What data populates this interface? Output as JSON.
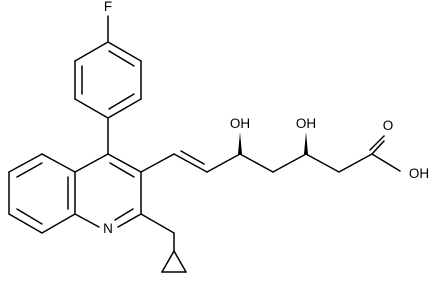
{
  "labels": {
    "fluorine": "F",
    "hydroxyl_5": "OH",
    "hydroxyl_3": "OH",
    "acid_hydroxyl": "OH",
    "acid_carbonyl": "O",
    "ring_nitrogen": "N"
  },
  "colors": {
    "bond": "#000000",
    "label": "#000000",
    "background": "#ffffff"
  }
}
